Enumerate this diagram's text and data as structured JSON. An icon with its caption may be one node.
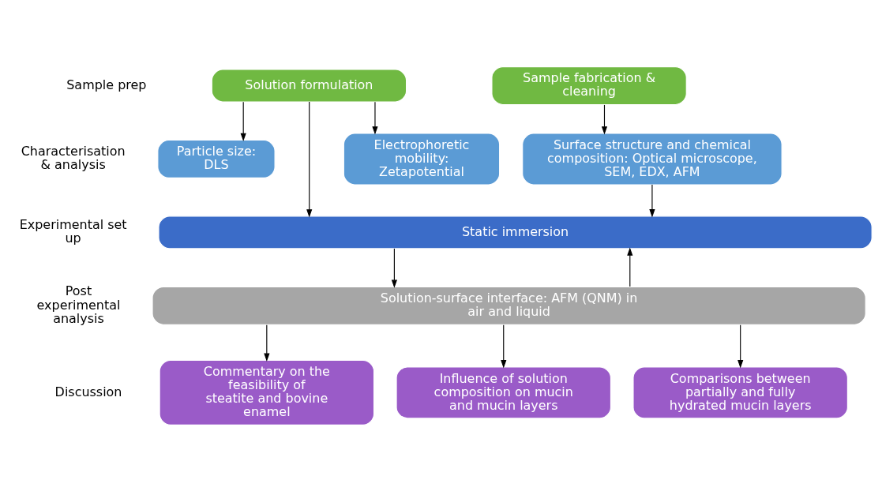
{
  "diagram": {
    "nodes": [
      {
        "text": [
          "Solution formulation"
        ]
      },
      {
        "text": [
          "Sample fabrication & cleaning"
        ]
      },
      {
        "text": [
          "Particle size: DLS"
        ]
      },
      {
        "text": [
          "Electrophoretic mobility: Zetapotential"
        ]
      },
      {
        "text": [
          "Surface structure and chemical composition: Optical microscope, SEM, EDX, AFM"
        ]
      },
      {
        "text": [
          "Static immersion"
        ]
      },
      {
        "text": [
          "Solution-surface interface: AFM (QNM) in air and liquid"
        ]
      },
      {
        "text": [
          "Commentary on the feasibility of steatite and bovine enamel"
        ]
      },
      {
        "text": [
          "Influence of solution composition on mucin and mucin layers"
        ]
      },
      {
        "text": [
          "Comparisons between partially and fully hydrated mucin layers"
        ]
      }
    ],
    "edges": [
      {
        "from": 0,
        "to": 2,
        "arrow": "to"
      },
      {
        "from": 0,
        "to": 3,
        "arrow": "to"
      },
      {
        "from": 0,
        "to": 5,
        "arrow": "to"
      },
      {
        "from": 1,
        "to": 4,
        "arrow": "to"
      },
      {
        "from": 4,
        "to": 5,
        "arrow": "to"
      },
      {
        "from": 5,
        "to": 6,
        "arrow": "to"
      },
      {
        "from": 6,
        "to": 7,
        "arrow": "to"
      },
      {
        "from": 6,
        "to": 8,
        "arrow": "to"
      },
      {
        "from": 6,
        "to": 9,
        "arrow": "to"
      },
      {
        "from": 6,
        "to": 5,
        "arrow": "to"
      }
    ],
    "labels": [
      "Sample prep",
      "Characterisation & analysis",
      "Experimental set up",
      "Post experimental analysis",
      "Discussion"
    ]
  }
}
